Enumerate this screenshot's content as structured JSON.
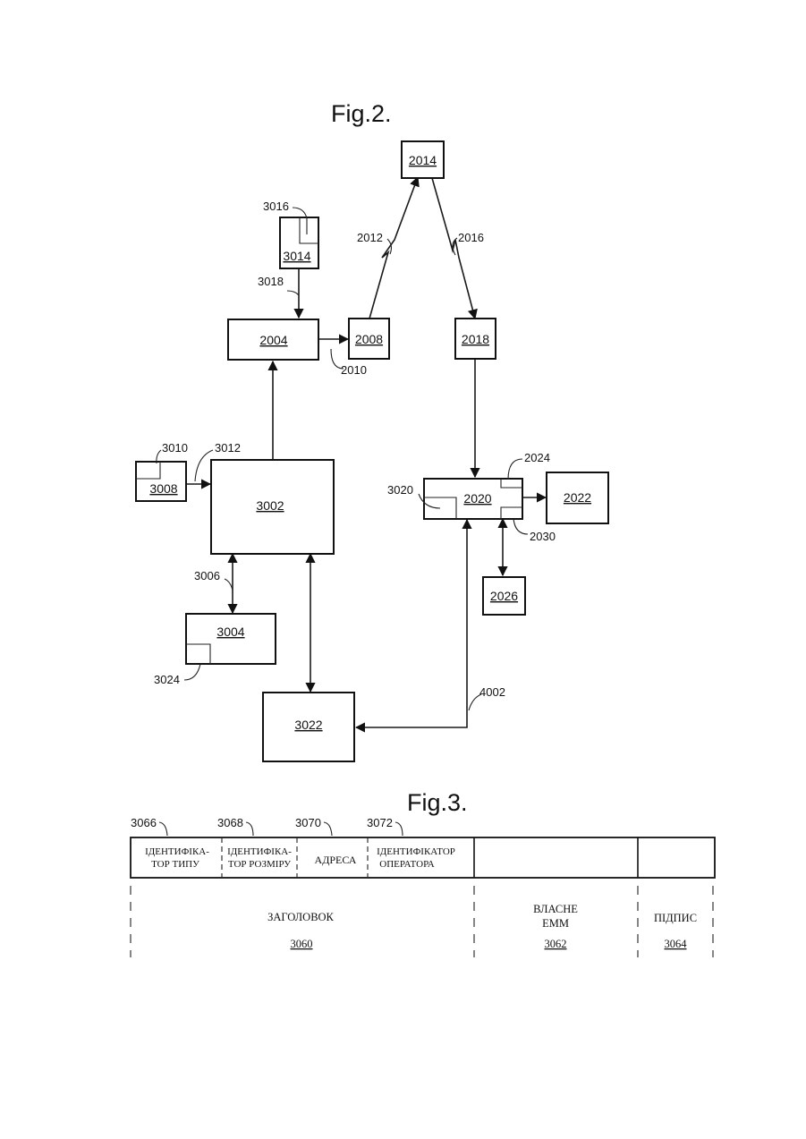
{
  "fig2": {
    "title": "Fig.2.",
    "boxes": {
      "b2014": "2014",
      "b3014": "3014",
      "b2004": "2004",
      "b2008": "2008",
      "b2018": "2018",
      "b3008": "3008",
      "b3002": "3002",
      "b2020": "2020",
      "b2022": "2022",
      "b2026": "2026",
      "b3004": "3004",
      "b3022": "3022"
    },
    "refs": {
      "r3016": "3016",
      "r3018": "3018",
      "r2012": "2012",
      "r2016": "2016",
      "r2010": "2010",
      "r3010": "3010",
      "r3012": "3012",
      "r2024": "2024",
      "r3020": "3020",
      "r2030": "2030",
      "r3006": "3006",
      "r3024": "3024",
      "r4002": "4002"
    }
  },
  "fig3": {
    "title": "Fig.3.",
    "refs": {
      "r3066": "3066",
      "r3068": "3068",
      "r3070": "3070",
      "r3072": "3072"
    },
    "fields": {
      "type_1": "ІДЕНТИФІКА-",
      "type_2": "ТОР ТИПУ",
      "size_1": "ІДЕНТИФІКА-",
      "size_2": "ТОР РОЗМІРУ",
      "address": "АДРЕСА",
      "operator_1": "ІДЕНТИФІКАТОР",
      "operator_2": "ОПЕРАТОРА"
    },
    "sections": {
      "header_label": "ЗАГОЛОВОК",
      "header_ref": "3060",
      "emm_1": "ВЛАСНЕ",
      "emm_2": "ЕММ",
      "emm_ref": "3062",
      "sig_label": "ПІДПИС",
      "sig_ref": "3064"
    }
  }
}
